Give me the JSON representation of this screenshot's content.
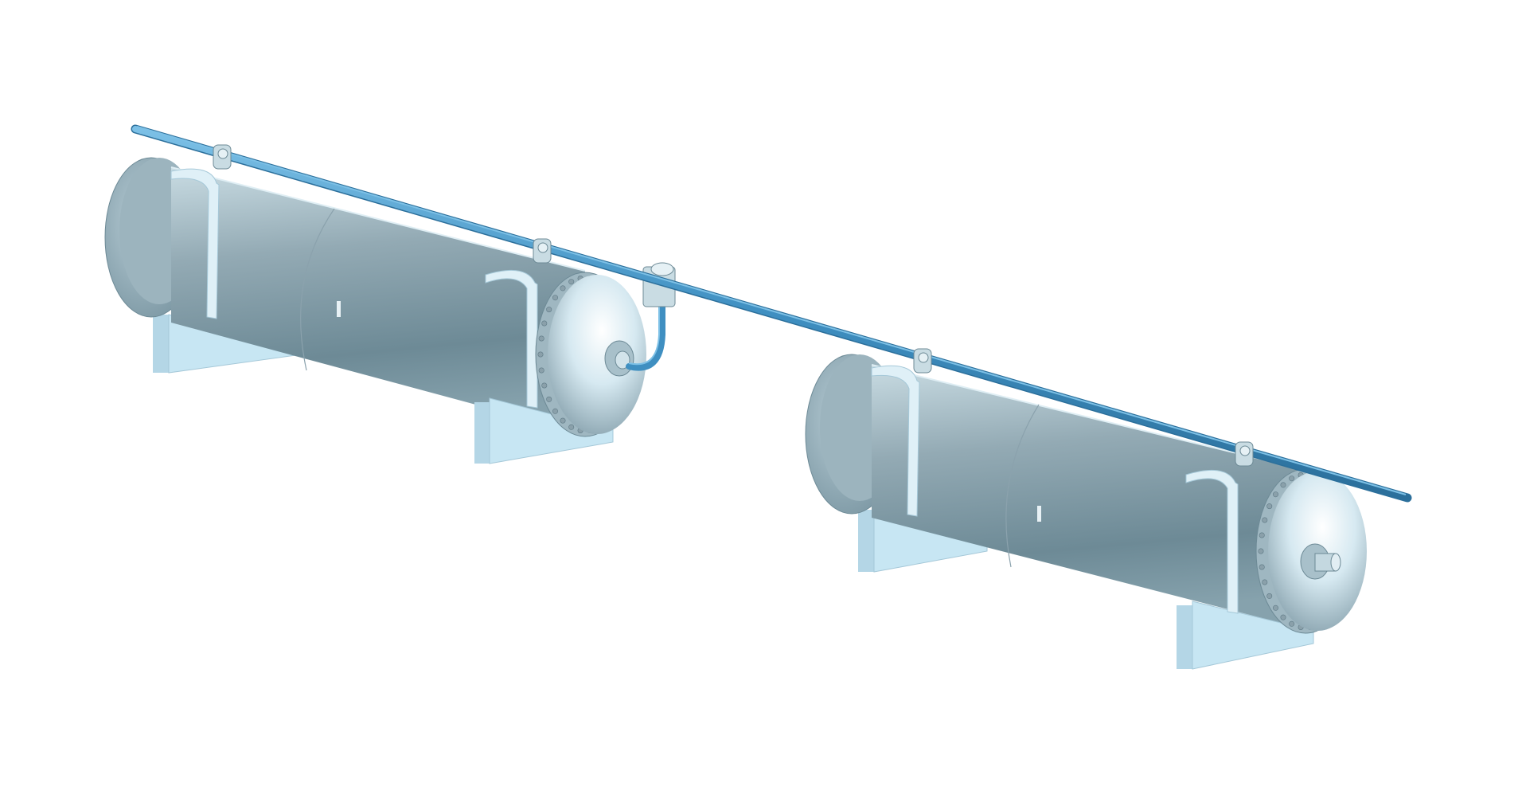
{
  "scene": {
    "background": "#ffffff",
    "description_visible_text": "",
    "palette": {
      "shell_dark": "#6d8a96",
      "shell_mid": "#93aab4",
      "shell_light": "#c9dce3",
      "head_light": "#eaf6fb",
      "saddle": "#c7e6f3",
      "saddle_edge": "#a5c8d8",
      "pipe": "#3f8fc1",
      "pipe_highlight": "#7cc0e6",
      "bolt": "#8aa0aa"
    },
    "objects": {
      "vessels": [
        {
          "name": "vessel-1",
          "type": "horizontal-heat-exchanger-shell"
        },
        {
          "name": "vessel-2",
          "type": "horizontal-heat-exchanger-shell"
        }
      ],
      "pipe": {
        "name": "overhead-pipe",
        "type": "pipe-rack-line"
      }
    }
  }
}
